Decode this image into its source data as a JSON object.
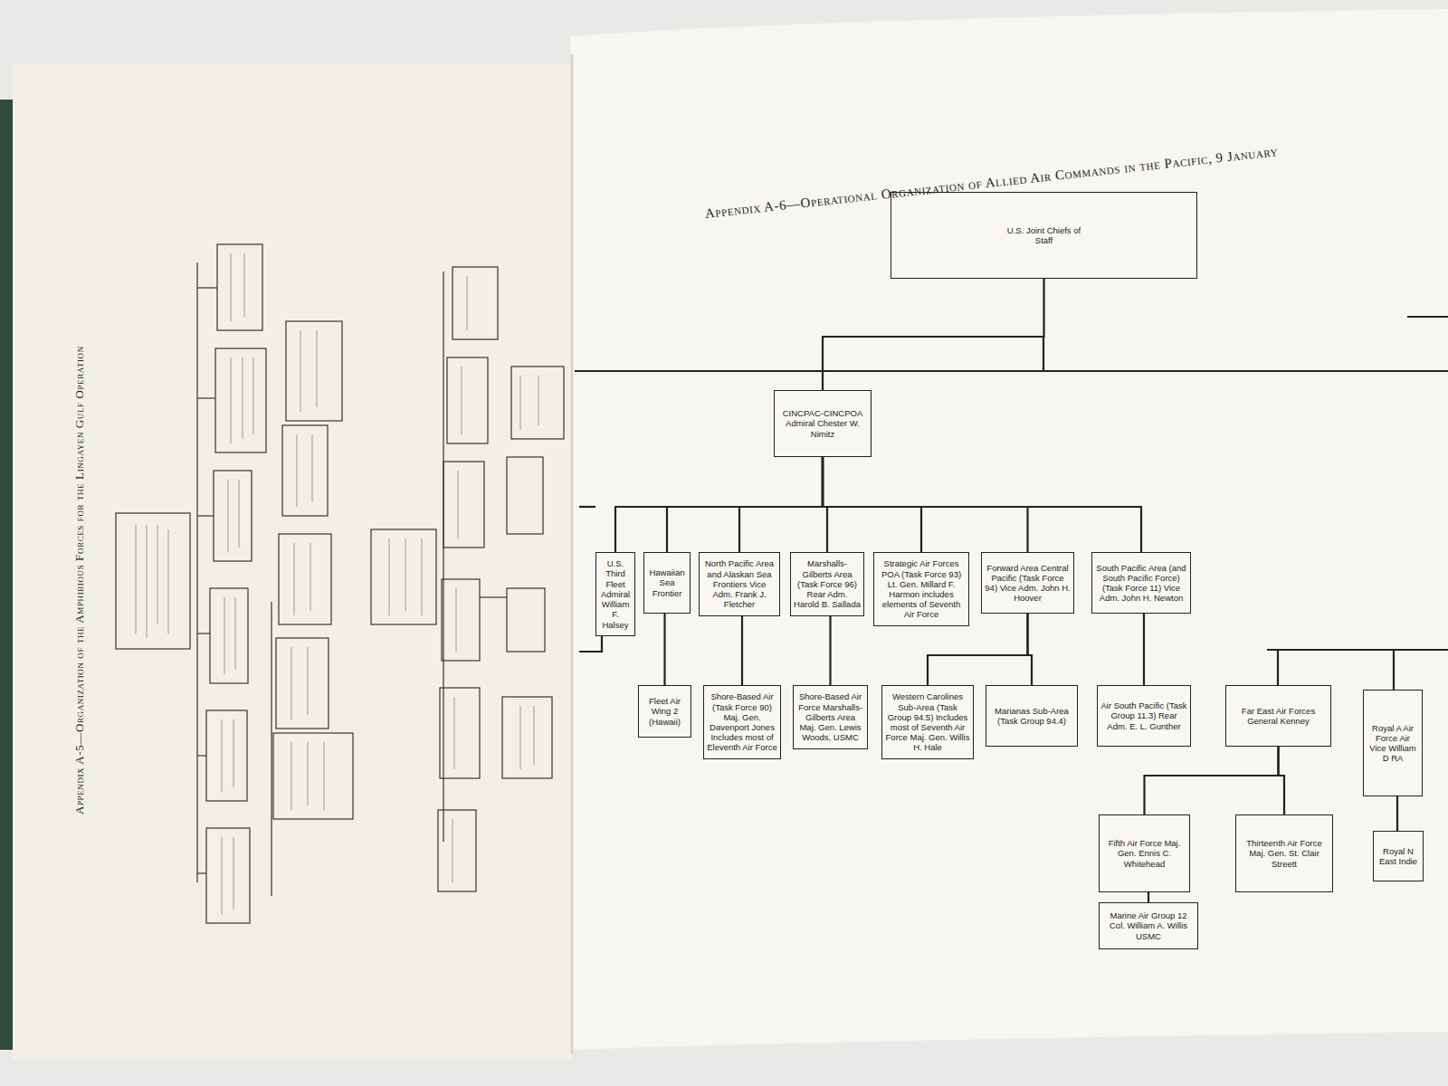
{
  "diagram": {
    "title": "Appendix A-6—Operational Organization of Allied Air Commands in the Pacific, 9 January",
    "nodes": [
      {
        "text": [
          "U.S. Joint Chiefs of Staff"
        ]
      },
      {
        "text": [
          "CINCPAC-CINCPOA Admiral Chester W. Nimitz"
        ]
      },
      {
        "text": [
          "U.S. Third Fleet Admiral William F. Halsey"
        ]
      },
      {
        "text": [
          "Hawaiian Sea Frontier"
        ]
      },
      {
        "text": [
          "North Pacific Area and Alaskan Sea Frontiers Vice Adm. Frank J. Fletcher"
        ]
      },
      {
        "text": [
          "Marshalls-Gilberts Area (Task Force 96) Rear Adm. Harold B. Sallada"
        ]
      },
      {
        "text": [
          "Strategic Air Forces POA (Task Force 93) Lt. Gen. Millard F. Harmon includes elements of Seventh Air Force"
        ]
      },
      {
        "text": [
          "Forward Area Central Pacific (Task Force 94) Vice Adm. John H. Hoover"
        ]
      },
      {
        "text": [
          "South Pacific Area (and South Pacific Force) (Task Force 11) Vice Adm. John H. Newton"
        ]
      },
      {
        "text": [
          "Fleet Air Wing 2 (Hawaii)"
        ]
      },
      {
        "text": [
          "Shore-Based Air (Task Force 90) Maj. Gen. Davenport Jones Includes most of Eleventh Air Force"
        ]
      },
      {
        "text": [
          "Shore-Based Air Force Marshalls-Gilberts Area Maj. Gen. Lewis Woods, USMC"
        ]
      },
      {
        "text": [
          "Western Carolines Sub-Area (Task Group 94.5) Includes most of Seventh Air Force Maj. Gen. Willis H. Hale"
        ]
      },
      {
        "text": [
          "Marianas Sub-Area (Task Group 94.4)"
        ]
      },
      {
        "text": [
          "Air South Pacific (Task Group 11.3) Rear Adm. E. L. Gunther"
        ]
      },
      {
        "text": [
          "Far East Air Forces General Kenney"
        ]
      },
      {
        "text": [
          "Fifth Air Force Maj. Gen. Ennis C. Whitehead"
        ]
      },
      {
        "text": [
          "Marine Air Group 12 Col. William A. Willis USMC"
        ]
      },
      {
        "text": [
          "Thirteenth Air Force Maj. Gen. St. Clair Streett"
        ]
      },
      {
        "text": [
          "Royal A Air Force Air Vice William D RA"
        ]
      },
      {
        "text": [
          "Royal N East Indie"
        ]
      }
    ],
    "edges": [
      {
        "from": 0,
        "to": 1,
        "arrow": "none"
      },
      {
        "from": 1,
        "to": 2,
        "arrow": "none"
      },
      {
        "from": 1,
        "to": 3,
        "arrow": "none"
      },
      {
        "from": 1,
        "to": 4,
        "arrow": "none"
      },
      {
        "from": 1,
        "to": 5,
        "arrow": "none"
      },
      {
        "from": 1,
        "to": 6,
        "arrow": "none"
      },
      {
        "from": 1,
        "to": 7,
        "arrow": "none"
      },
      {
        "from": 1,
        "to": 8,
        "arrow": "none"
      },
      {
        "from": 3,
        "to": 9,
        "arrow": "none"
      },
      {
        "from": 4,
        "to": 10,
        "arrow": "none"
      },
      {
        "from": 5,
        "to": 11,
        "arrow": "none"
      },
      {
        "from": 7,
        "to": 12,
        "arrow": "none"
      },
      {
        "from": 7,
        "to": 13,
        "arrow": "none"
      },
      {
        "from": 8,
        "to": 14,
        "arrow": "none"
      },
      {
        "from": 15,
        "to": 16,
        "arrow": "none"
      },
      {
        "from": 15,
        "to": 18,
        "arrow": "none"
      },
      {
        "from": 16,
        "to": 17,
        "arrow": "none"
      }
    ],
    "labels": [
      "Appendix A-5—Organization of the Amphibious Forces for the Lingayen Gulf Operation"
    ]
  }
}
